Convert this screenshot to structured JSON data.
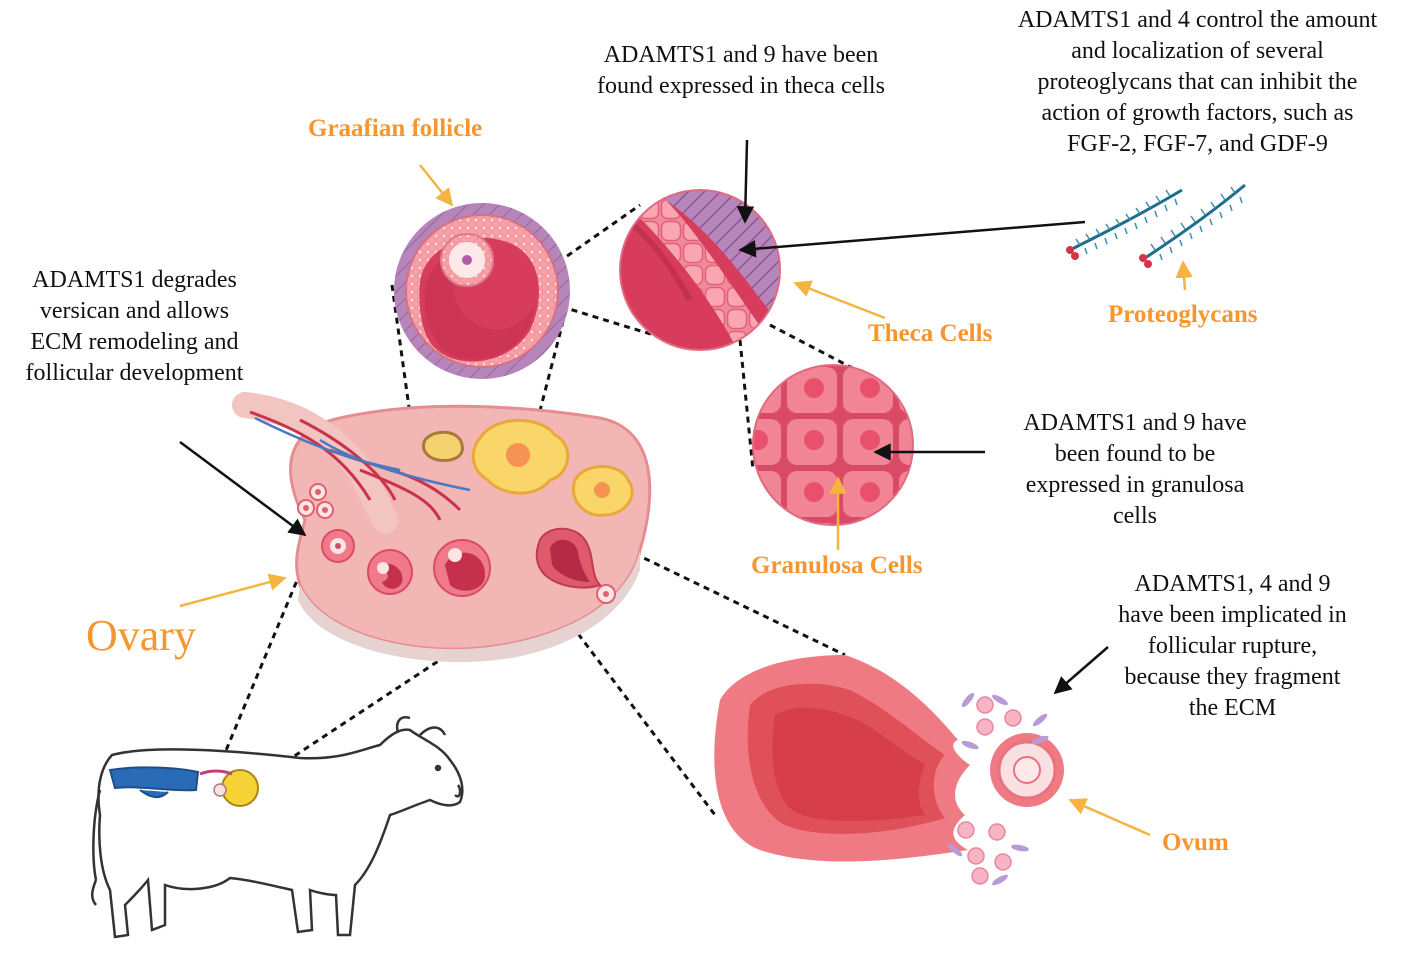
{
  "labels": {
    "graafian_follicle": "Graafian follicle",
    "theca_cells": "Theca Cells",
    "proteoglycans": "Proteoglycans",
    "granulosa_cells": "Granulosa Cells",
    "ovary": "Ovary",
    "ovum": "Ovum"
  },
  "annotations": {
    "theca_expression": [
      "ADAMTS1 and 9 have been",
      "found expressed in theca cells"
    ],
    "proteoglycan_control": [
      "ADAMTS1 and 4 control the amount",
      "and localization of several",
      "proteoglycans that can inhibit the",
      "action of growth factors, such as",
      "FGF-2, FGF-7, and GDF-9"
    ],
    "versican": [
      "ADAMTS1 degrades",
      "versican and allows",
      "ECM remodeling and",
      "follicular development"
    ],
    "granulosa_expression": [
      "ADAMTS1 and 9 have",
      "been found to be",
      "expressed in granulosa",
      "cells"
    ],
    "rupture": [
      "ADAMTS1, 4 and 9",
      "have been implicated in",
      "follicular rupture,",
      "because they fragment",
      "the ECM"
    ]
  },
  "colors": {
    "label_orange": "#f5962f",
    "arrow_orange": "#f5b340",
    "tissue_pink": "#e8566e",
    "tissue_dark": "#c8304e",
    "ovary_pink": "#f2b7b5",
    "theca_purple": "#a579ad",
    "yellow_body": "#f9d56a",
    "cow_blue": "#2a6bb8"
  }
}
